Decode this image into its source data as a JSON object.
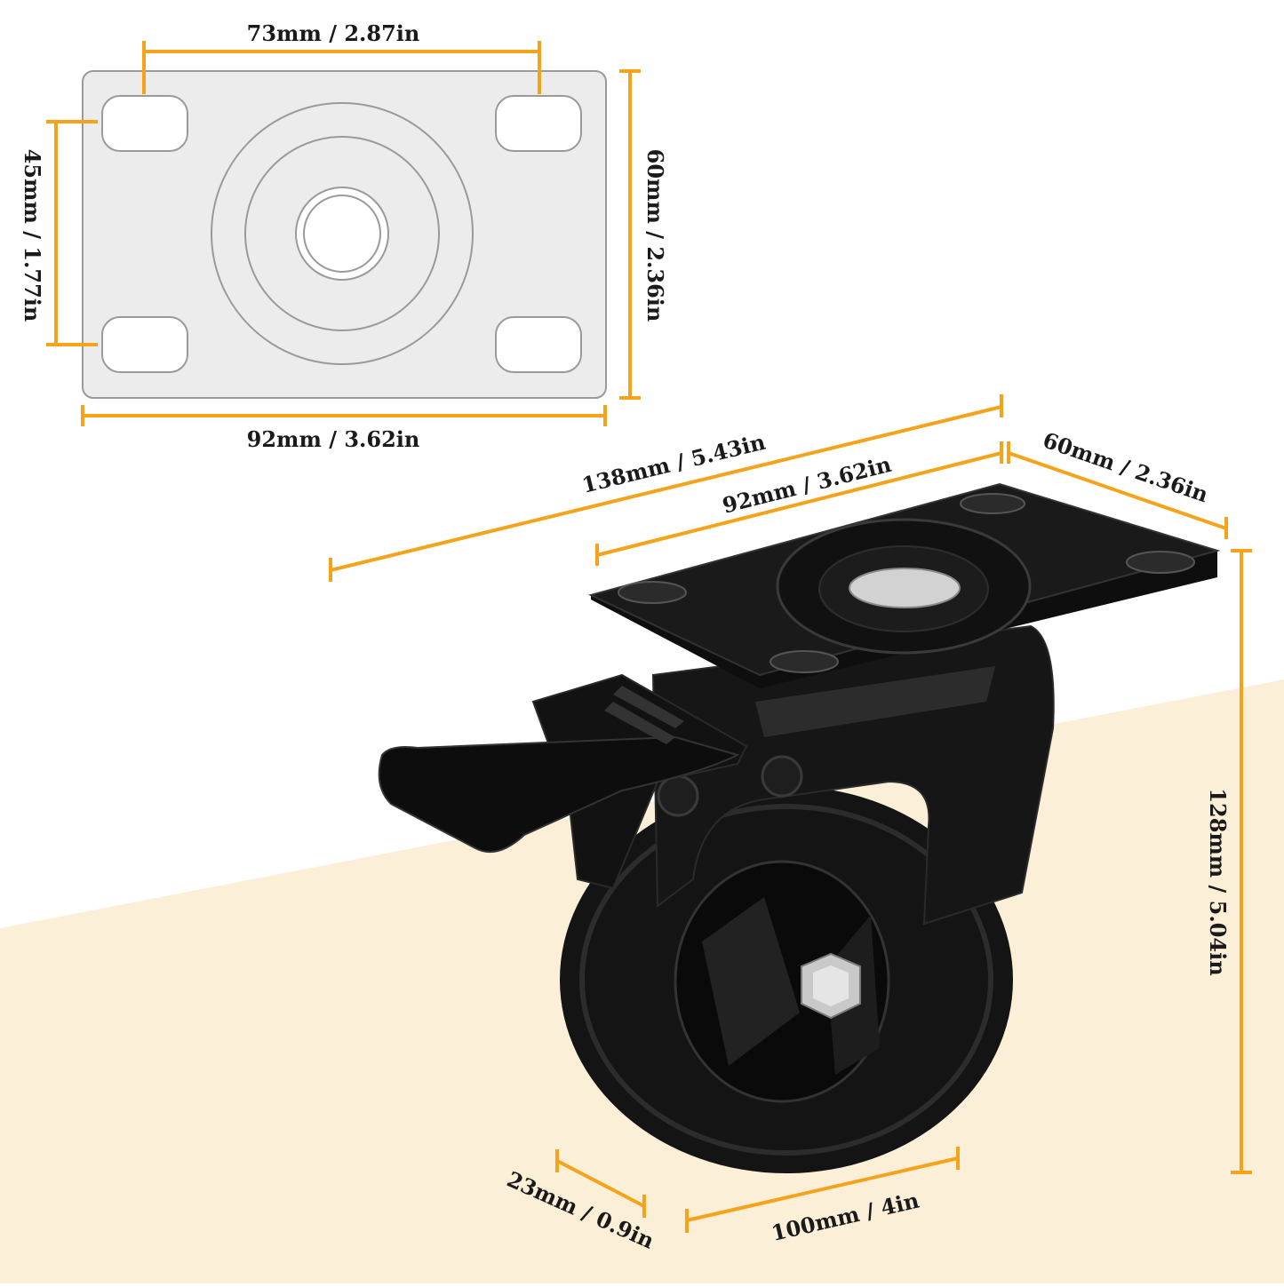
{
  "colors": {
    "dimension_line": "#f5a31a",
    "floor": "#fcefd8",
    "plate_fill": "#ececec",
    "plate_stroke": "#9a9a9a",
    "caster_black": "#141414",
    "caster_highlight": "#3a3a3a",
    "chrome": "#c9c9c9"
  },
  "top_view": {
    "hole_spacing_width": "73mm / 2.87in",
    "hole_spacing_height": "45mm / 1.77in",
    "plate_height": "60mm / 2.36in",
    "plate_width": "92mm / 3.62in"
  },
  "caster_view": {
    "overall_length": "138mm / 5.43in",
    "plate_width": "92mm / 3.62in",
    "plate_depth": "60mm / 2.36in",
    "overall_height": "128mm / 5.04in",
    "wheel_width": "23mm / 0.9in",
    "wheel_diameter": "100mm / 4in"
  }
}
